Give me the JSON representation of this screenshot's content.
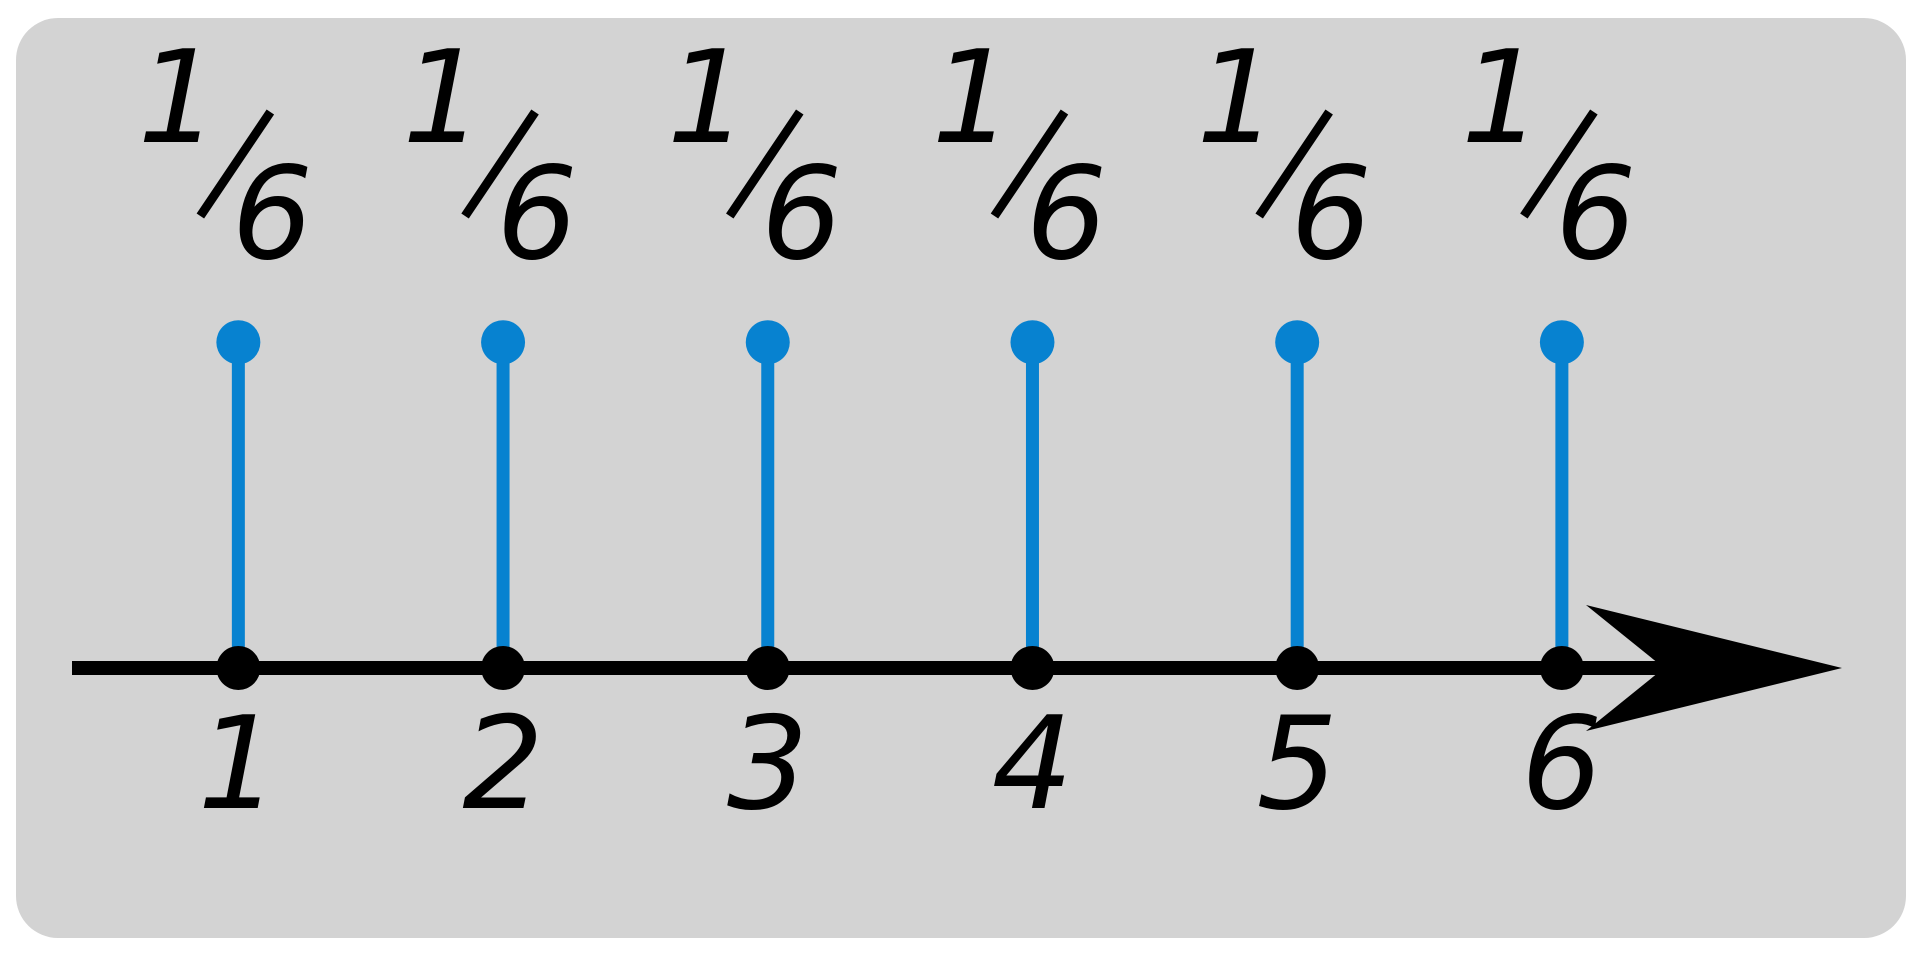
{
  "chart_data": {
    "type": "stem",
    "title": "",
    "xlabel": "",
    "ylabel": "",
    "x": [
      1,
      2,
      3,
      4,
      5,
      6
    ],
    "x_tick_labels": [
      "1",
      "2",
      "3",
      "4",
      "5",
      "6"
    ],
    "values": [
      0.16666666666666666,
      0.16666666666666666,
      0.16666666666666666,
      0.16666666666666666,
      0.16666666666666666,
      0.16666666666666666
    ],
    "data_labels": [
      {
        "numerator": "1",
        "denominator": "6"
      },
      {
        "numerator": "1",
        "denominator": "6"
      },
      {
        "numerator": "1",
        "denominator": "6"
      },
      {
        "numerator": "1",
        "denominator": "6"
      },
      {
        "numerator": "1",
        "denominator": "6"
      },
      {
        "numerator": "1",
        "denominator": "6"
      }
    ],
    "xlim": [
      0.16,
      7.3
    ],
    "ylim": [
      0,
      0.22
    ],
    "grid": false,
    "legend": "none",
    "y_axis_visible": false
  },
  "colors": {
    "background": "#d3d3d3",
    "stem": "#0782d0",
    "axis": "#000000",
    "page": "#ffffff"
  }
}
